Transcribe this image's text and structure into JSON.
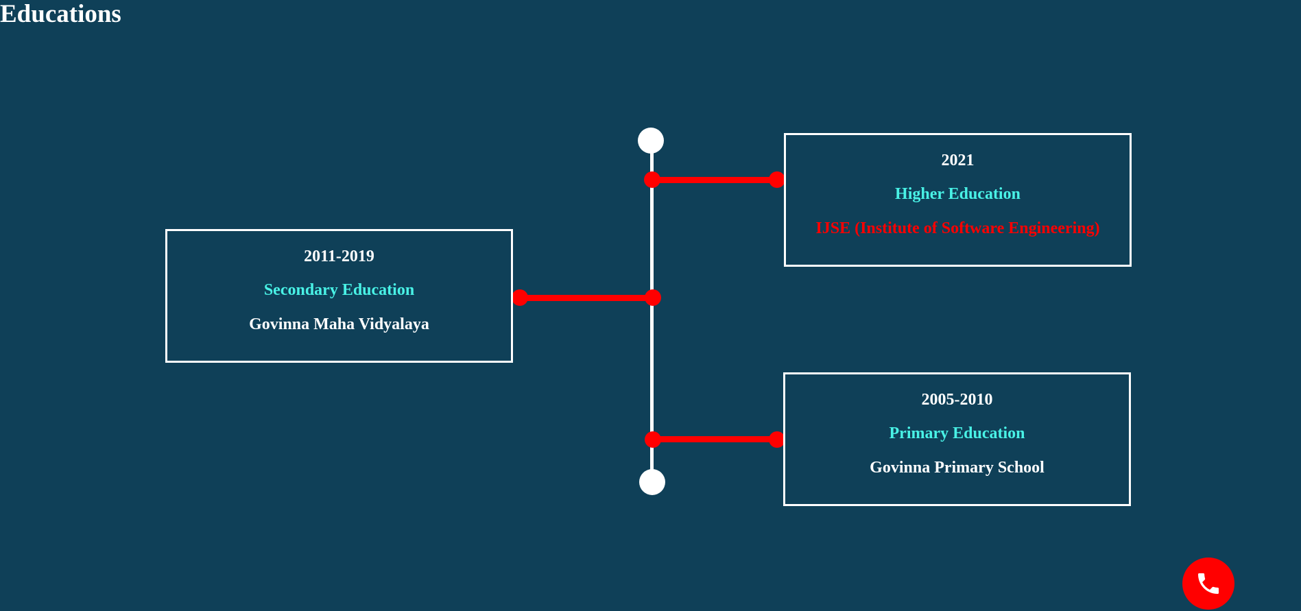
{
  "page": {
    "title": "Educations"
  },
  "colors": {
    "background": "#0f4058",
    "accent": "#ff0000",
    "level": "#49f2e6",
    "text": "#ffffff"
  },
  "educations": [
    {
      "year": "2021",
      "level": "Higher Education",
      "school": "IJSE (Institute of Software Engineering)"
    },
    {
      "year": "2011-2019",
      "level": "Secondary Education",
      "school": "Govinna Maha Vidyalaya"
    },
    {
      "year": "2005-2010",
      "level": "Primary Education",
      "school": "Govinna Primary School"
    }
  ],
  "call_button": {
    "icon": "phone-icon"
  }
}
